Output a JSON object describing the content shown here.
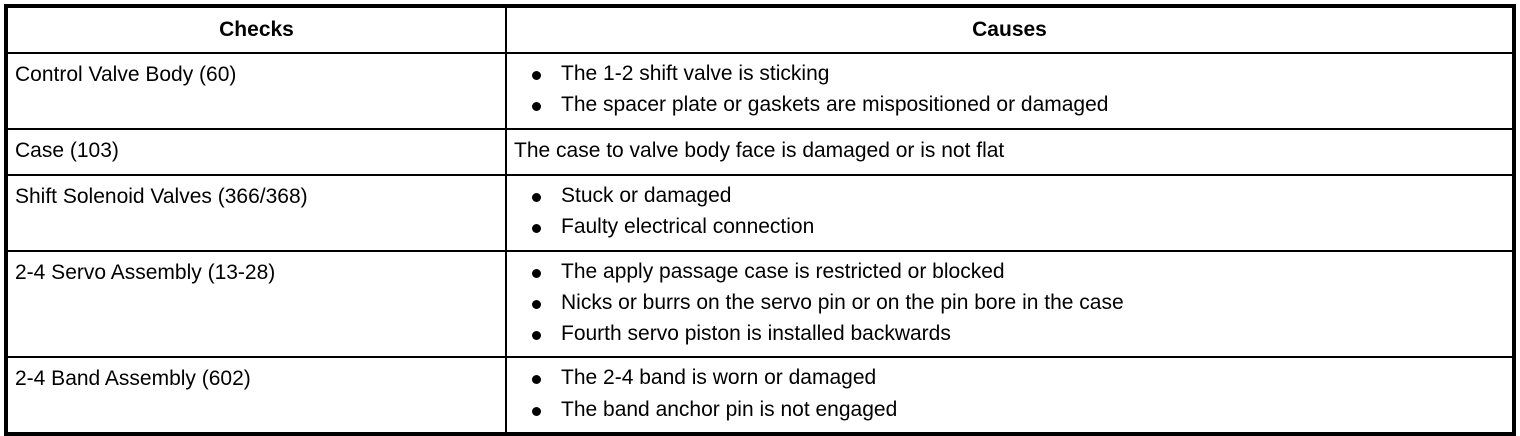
{
  "table": {
    "headers": {
      "checks": "Checks",
      "causes": "Causes"
    },
    "rows": [
      {
        "check": "Control Valve Body (60)",
        "cause_type": "bullets",
        "causes": [
          "The 1-2 shift valve is sticking",
          "The spacer plate or gaskets are mispositioned or damaged"
        ]
      },
      {
        "check": "Case (103)",
        "cause_type": "plain",
        "causes": [
          "The case to valve body face is damaged or is not flat"
        ]
      },
      {
        "check": "Shift Solenoid Valves (366/368)",
        "cause_type": "bullets",
        "causes": [
          "Stuck or damaged",
          "Faulty electrical connection"
        ]
      },
      {
        "check": "2-4 Servo Assembly (13-28)",
        "cause_type": "bullets",
        "causes": [
          "The apply passage case is restricted or blocked",
          "Nicks or burrs on the servo pin or on the pin bore in the case",
          "Fourth servo piston is installed backwards"
        ]
      },
      {
        "check": "2-4 Band Assembly (602)",
        "cause_type": "bullets",
        "causes": [
          "The 2-4 band is worn or damaged",
          "The band anchor pin is not engaged"
        ]
      }
    ]
  },
  "colors": {
    "border": "#000000",
    "text": "#000000",
    "background": "#ffffff"
  }
}
